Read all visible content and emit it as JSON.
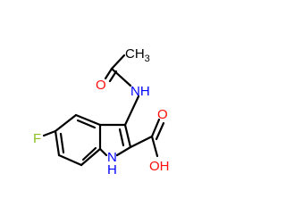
{
  "colors": {
    "background": "#ffffff",
    "bond": "#000000",
    "oxygen": "#ff0d0d",
    "nitrogen": "#0000ff",
    "fluorine": "#8fbf25",
    "carbon_label": "#000000"
  },
  "atoms": {
    "methyl": {
      "main": "CH",
      "subscript": "3"
    },
    "acetyl_o": "O",
    "amide_nh": "NH",
    "fluorine": "F",
    "ring_nh": {
      "h": "H",
      "n": "N"
    },
    "acid_oh": "OH",
    "acid_o": "O"
  }
}
